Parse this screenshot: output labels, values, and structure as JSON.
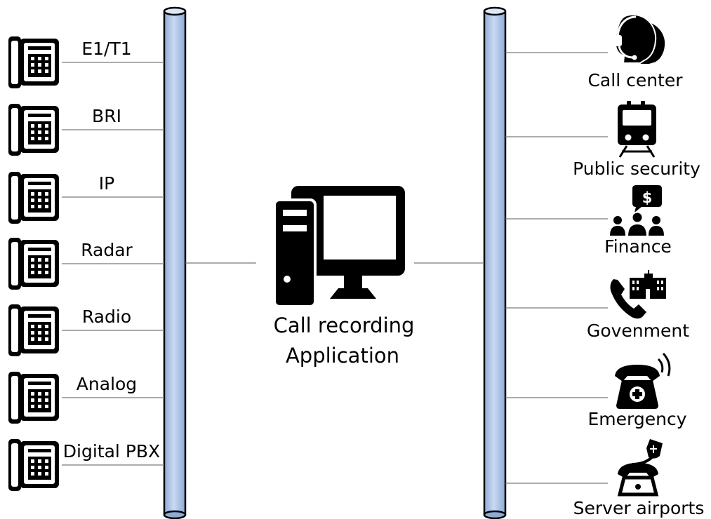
{
  "left_lines": [
    {
      "label": "E1/T1",
      "icon": "desk-phone-icon"
    },
    {
      "label": "BRI",
      "icon": "desk-phone-icon"
    },
    {
      "label": "IP",
      "icon": "desk-phone-icon"
    },
    {
      "label": "Radar",
      "icon": "desk-phone-icon"
    },
    {
      "label": "Radio",
      "icon": "desk-phone-icon"
    },
    {
      "label": "Analog",
      "icon": "desk-phone-icon"
    },
    {
      "label": "Digital PBX",
      "icon": "desk-phone-icon"
    }
  ],
  "center": {
    "icon": "desktop-computer-icon",
    "line1": "Call recording",
    "line2": "Application"
  },
  "right_sectors": [
    {
      "label": "Call center",
      "icon": "headset-agents-icon"
    },
    {
      "label": "Public security",
      "icon": "train-icon"
    },
    {
      "label": "Finance",
      "icon": "finance-group-icon"
    },
    {
      "label": "Govenment",
      "icon": "government-phone-icon"
    },
    {
      "label": "Emergency",
      "icon": "emergency-phone-icon"
    },
    {
      "label": "Server airports",
      "icon": "airport-phone-icon"
    }
  ],
  "colors": {
    "bus_fill": "#a9c2e6",
    "bus_highlight": "#dce8f7",
    "bus_outline": "#000000",
    "icon": "#000000",
    "wire": "#7a7a7a"
  }
}
